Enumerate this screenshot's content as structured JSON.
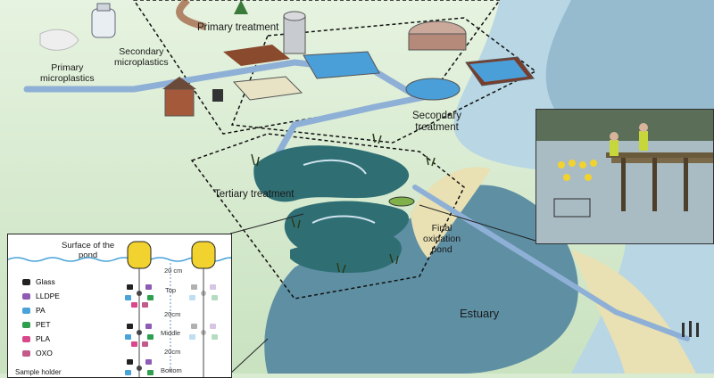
{
  "labels": {
    "primary_treatment": "Primary treatment",
    "secondary_microplastics_1": "Secondary",
    "secondary_microplastics_2": "microplastics",
    "primary_microplastics_1": "Primary",
    "primary_microplastics_2": "microplastics",
    "secondary_treatment_1": "Secondary",
    "secondary_treatment_2": "treatment",
    "tertiary_treatment": "Tertiary treatment",
    "final_pond_1": "Final",
    "final_pond_2": "oxidation",
    "final_pond_3": "pond",
    "estuary": "Estuary"
  },
  "inset": {
    "surface_1": "Surface of the",
    "surface_2": "pond",
    "depth_20cm_a": "20 cm",
    "depth_20cm_b": "20cm",
    "depth_20cm_c": "20cm",
    "level_top": "Top",
    "level_middle": "Middle",
    "level_bottom": "Bottom",
    "footer": "Sample holder",
    "legend": [
      {
        "label": "Glass",
        "color": "#222222"
      },
      {
        "label": "LLDPE",
        "color": "#8e5bb5"
      },
      {
        "label": "PA",
        "color": "#4aa3d8"
      },
      {
        "label": "PET",
        "color": "#2e9e4f"
      },
      {
        "label": "PLA",
        "color": "#d9488a"
      },
      {
        "label": "OXO",
        "color": "#c25a8a"
      }
    ]
  },
  "colors": {
    "land": "#d9ecd2",
    "sea": "#cfe3ee",
    "estuary_water": "#4f7f96",
    "pond": "#2f6f74",
    "pipe": "#8fb0d6",
    "buoy": "#f2d22e"
  }
}
